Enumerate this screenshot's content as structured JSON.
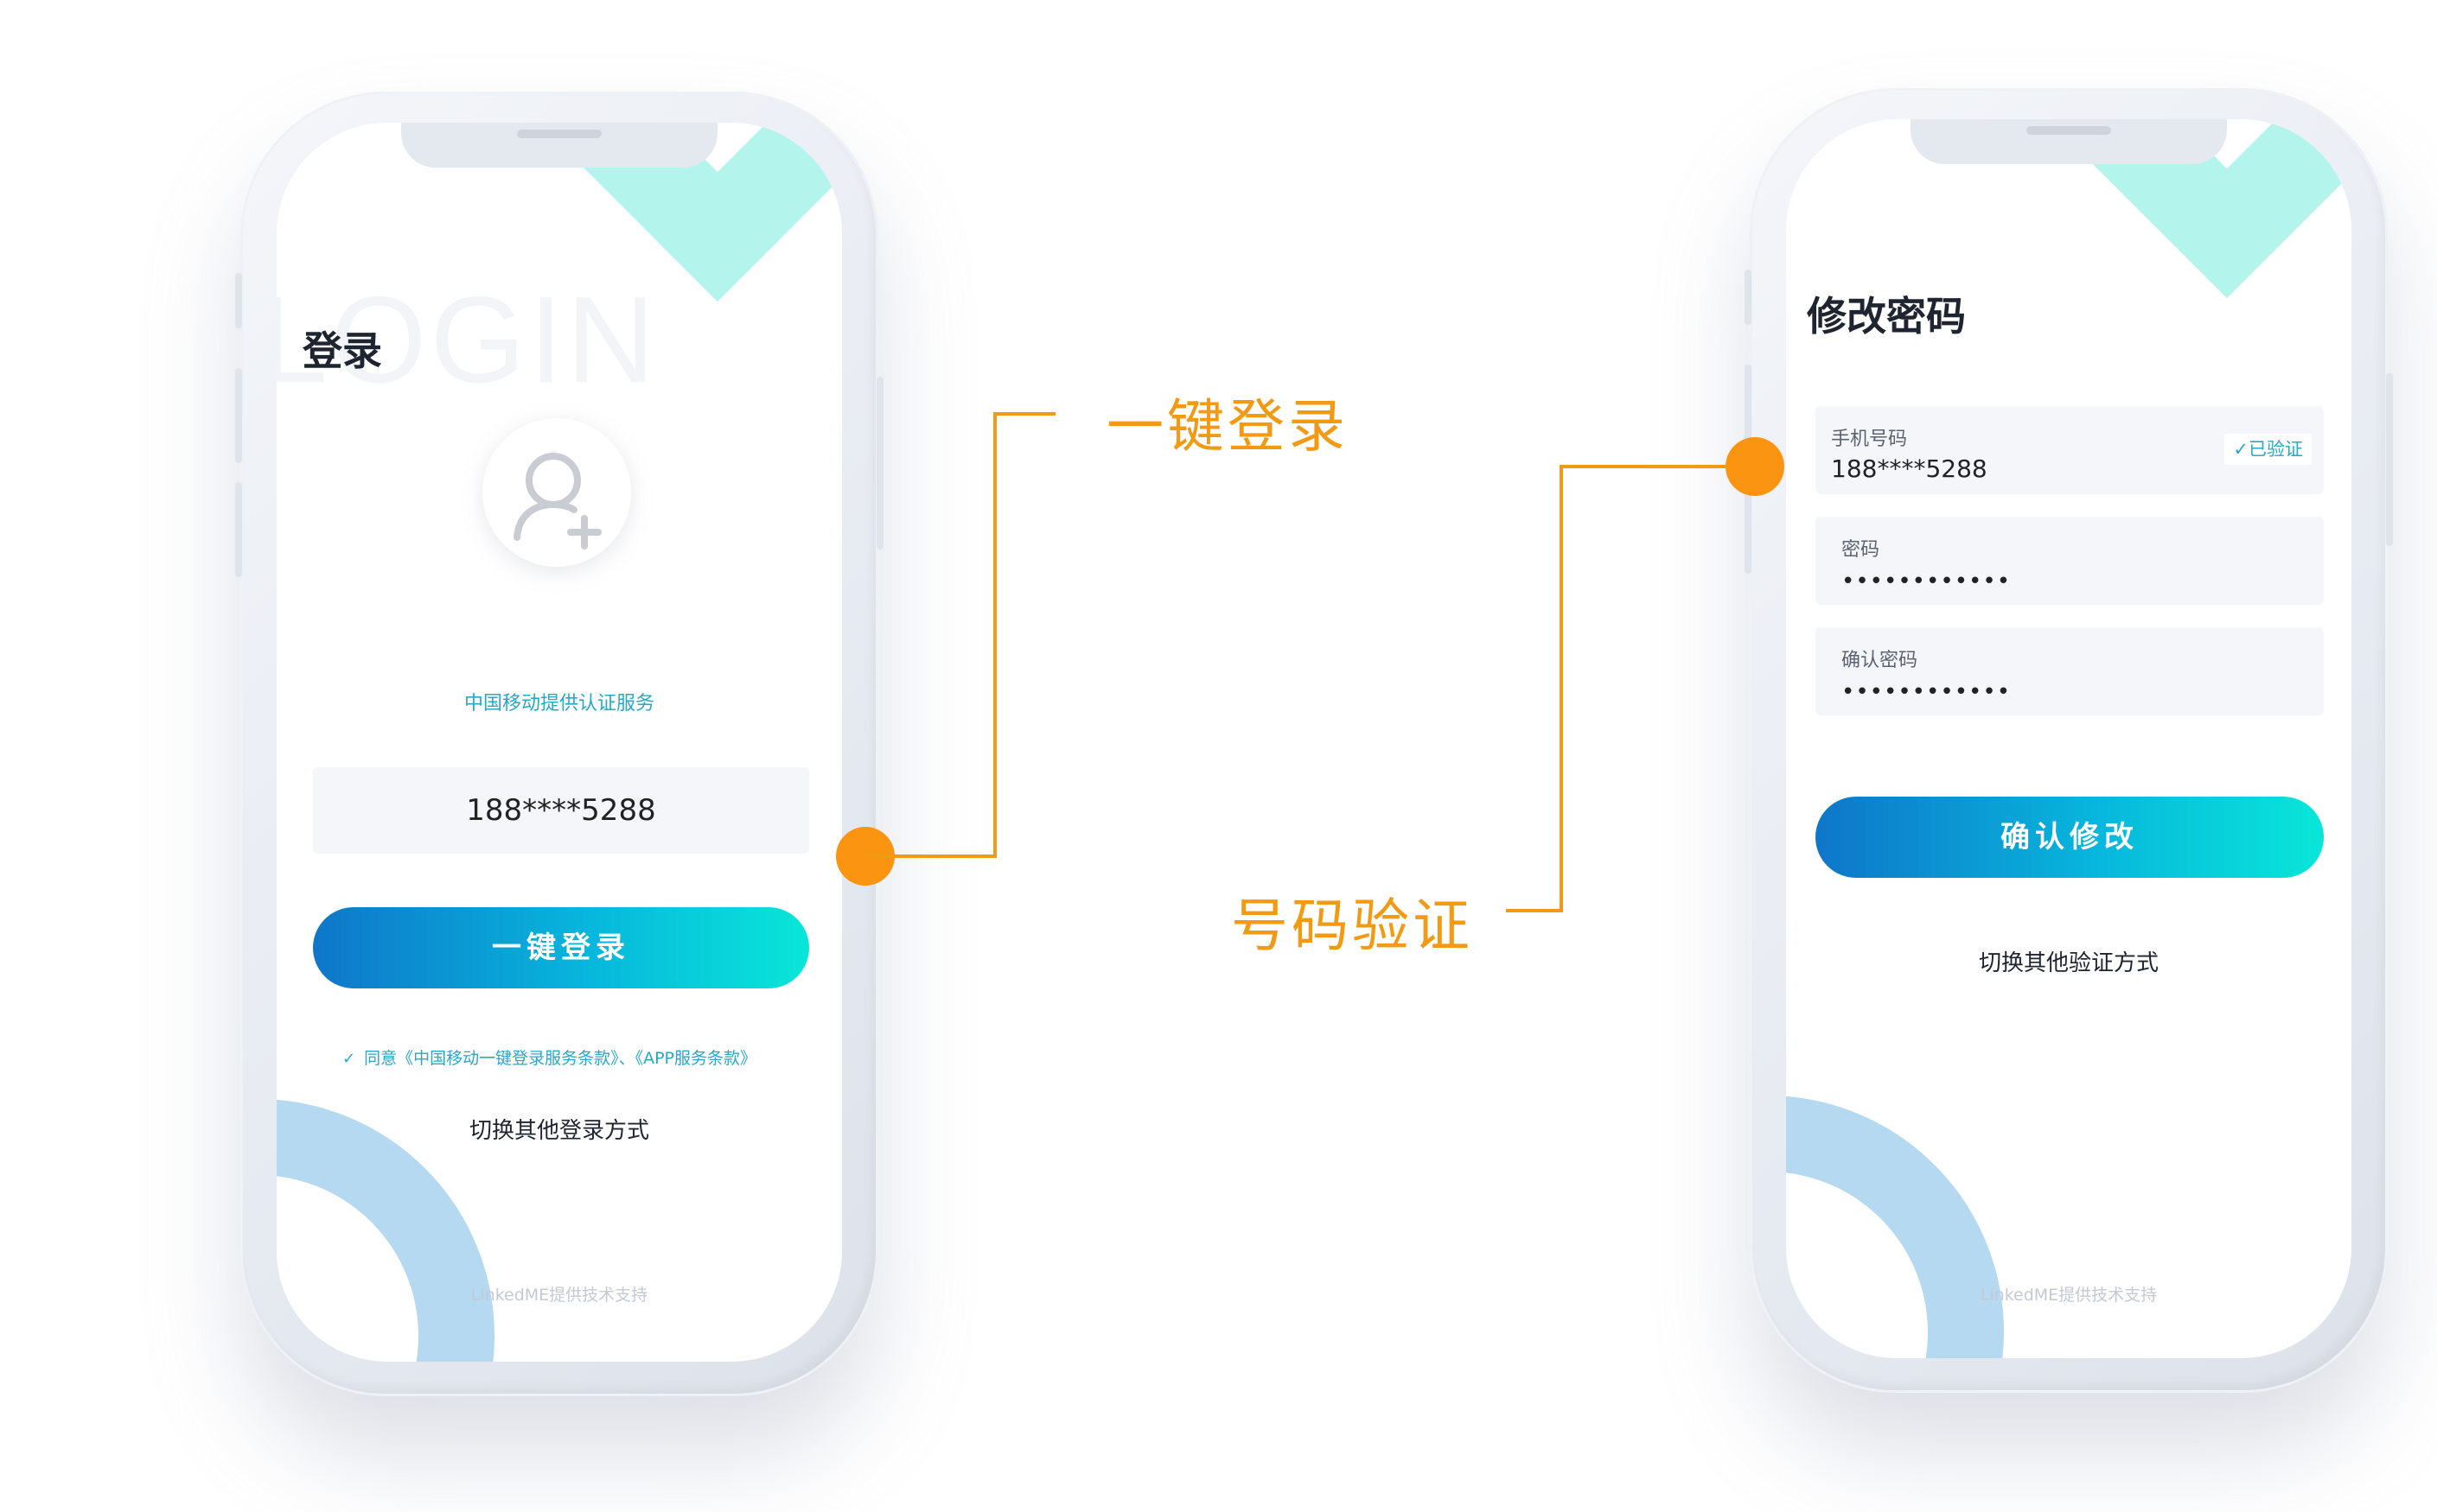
{
  "login_screen": {
    "watermark": "LOGIN",
    "title": "登录",
    "avatar_icon": "user-add-icon",
    "service_text": "中国移动提供认证服务",
    "masked_phone": "188****5288",
    "login_button": "一键登录",
    "agreement_text": "同意《中国移动一键登录服务条款》、《APP服务条款》",
    "agreement_check_icon": "check-icon",
    "alt_login": "切换其他登录方式",
    "powered_by": "LinkedME提供技术支持"
  },
  "reset_screen": {
    "title": "修改密码",
    "phone_field": {
      "label": "手机号码",
      "value": "188****5288",
      "status": "已验证"
    },
    "password_field": {
      "label": "密码",
      "value": "••••••••••••"
    },
    "confirm_field": {
      "label": "确认密码",
      "value": "••••••••••••"
    },
    "confirm_button": "确认修改",
    "alt_verify": "切换其他验证方式",
    "powered_by": "LinkedME提供技术支持"
  },
  "annotations": {
    "one_click_login": "一键登录",
    "number_verify": "号码验证"
  },
  "colors": {
    "accent_orange": "#f39a14",
    "gradient_start": "#0f76c9",
    "gradient_end": "#09e6d8",
    "teal_text": "#27a8c9",
    "check_deco": "#b3f4ec",
    "ring_deco": "#b5d9f0"
  }
}
